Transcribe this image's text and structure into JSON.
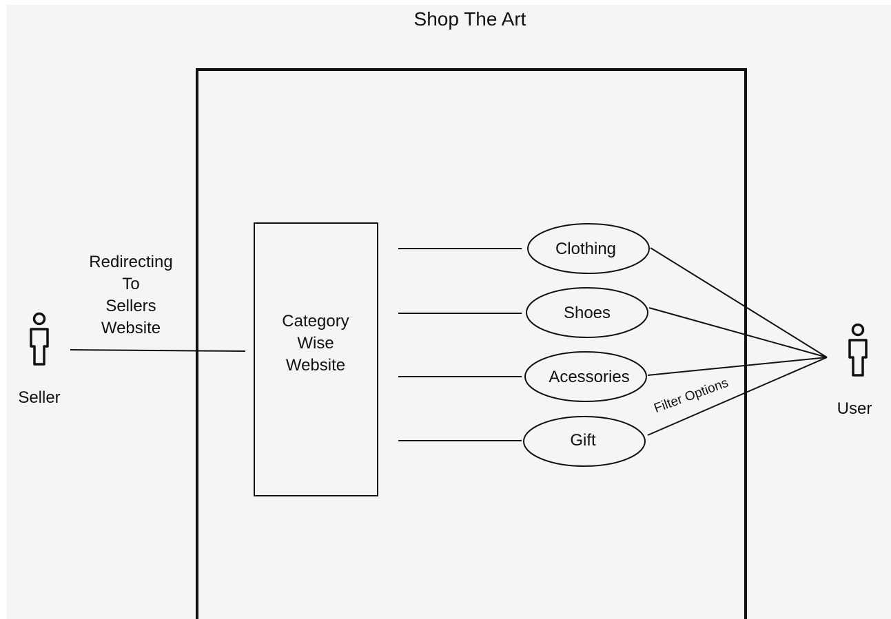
{
  "diagram": {
    "title": "Shop The Art",
    "system_box_label": "",
    "category_box": {
      "lines": [
        "Category",
        "Wise",
        "Website"
      ]
    },
    "use_cases": [
      {
        "label": "Clothing"
      },
      {
        "label": "Shoes"
      },
      {
        "label": "Acessories"
      },
      {
        "label": "Gift"
      }
    ],
    "actors": {
      "seller": {
        "label": "Seller"
      },
      "user": {
        "label": "User"
      }
    },
    "seller_link_label": [
      "Redirecting",
      "To",
      "Sellers",
      "Website"
    ],
    "user_link_label": "Filter Options",
    "colors": {
      "background": "#f5f5f5",
      "stroke": "#111111"
    }
  }
}
